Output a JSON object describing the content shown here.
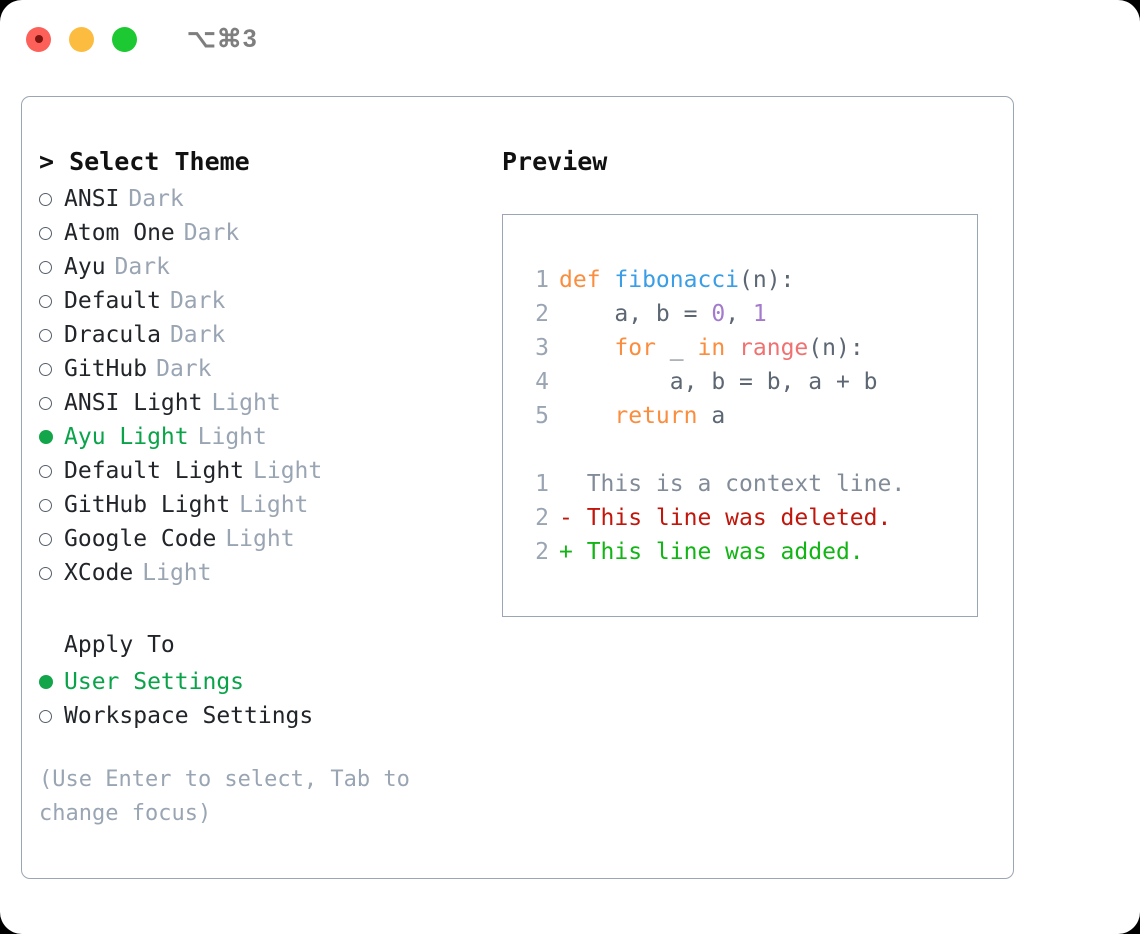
{
  "titlebar": {
    "shortcut": "⌥⌘3",
    "buttons": [
      "close",
      "minimize",
      "zoom"
    ]
  },
  "theme_picker": {
    "heading": "> Select Theme",
    "items": [
      {
        "marker": "o",
        "label": "ANSI",
        "variant": "Dark",
        "selected": false
      },
      {
        "marker": "o",
        "label": "Atom One",
        "variant": "Dark",
        "selected": false
      },
      {
        "marker": "o",
        "label": "Ayu",
        "variant": "Dark",
        "selected": false
      },
      {
        "marker": "o",
        "label": "Default",
        "variant": "Dark",
        "selected": false
      },
      {
        "marker": "o",
        "label": "Dracula",
        "variant": "Dark",
        "selected": false
      },
      {
        "marker": "o",
        "label": "GitHub",
        "variant": "Dark",
        "selected": false
      },
      {
        "marker": "o",
        "label": "ANSI Light",
        "variant": "Light",
        "selected": false
      },
      {
        "marker": "●",
        "label": "Ayu Light",
        "variant": "Light",
        "selected": true
      },
      {
        "marker": "o",
        "label": "Default Light",
        "variant": "Light",
        "selected": false
      },
      {
        "marker": "o",
        "label": "GitHub Light",
        "variant": "Light",
        "selected": false
      },
      {
        "marker": "o",
        "label": "Google Code",
        "variant": "Light",
        "selected": false
      },
      {
        "marker": "o",
        "label": "XCode",
        "variant": "Light",
        "selected": false
      }
    ]
  },
  "apply_to": {
    "title": "Apply To",
    "items": [
      {
        "marker": "●",
        "label": "User Settings",
        "selected": true
      },
      {
        "marker": "o",
        "label": "Workspace Settings",
        "selected": false
      }
    ]
  },
  "hint": "(Use Enter to select, Tab to change focus)",
  "preview": {
    "title": "Preview",
    "code_lines": [
      {
        "no": "1",
        "segments": [
          {
            "text": "def ",
            "cls": "tok-kw"
          },
          {
            "text": "fibonacci",
            "cls": "tok-fn"
          },
          {
            "text": "(n):",
            "cls": "tok-txt"
          }
        ]
      },
      {
        "no": "2",
        "segments": [
          {
            "text": "    a, b = ",
            "cls": "tok-txt"
          },
          {
            "text": "0",
            "cls": "tok-num"
          },
          {
            "text": ", ",
            "cls": "tok-txt"
          },
          {
            "text": "1",
            "cls": "tok-num"
          }
        ]
      },
      {
        "no": "3",
        "segments": [
          {
            "text": "    ",
            "cls": "tok-txt"
          },
          {
            "text": "for",
            "cls": "tok-kw"
          },
          {
            "text": " _ ",
            "cls": "tok-txt"
          },
          {
            "text": "in",
            "cls": "tok-kw"
          },
          {
            "text": " ",
            "cls": "tok-txt"
          },
          {
            "text": "range",
            "cls": "tok-call"
          },
          {
            "text": "(n):",
            "cls": "tok-txt"
          }
        ]
      },
      {
        "no": "4",
        "segments": [
          {
            "text": "        a, b = b, a + b",
            "cls": "tok-txt"
          }
        ]
      },
      {
        "no": "5",
        "segments": [
          {
            "text": "    ",
            "cls": "tok-txt"
          },
          {
            "text": "return",
            "cls": "tok-kw"
          },
          {
            "text": " a",
            "cls": "tok-txt"
          }
        ]
      }
    ],
    "diff_lines": [
      {
        "no": "1",
        "text": "  This is a context line.",
        "kind": "diff-ctx"
      },
      {
        "no": "2",
        "text": "- This line was deleted.",
        "kind": "diff-del"
      },
      {
        "no": "2",
        "text": "+ This line was added.",
        "kind": "diff-add"
      }
    ]
  },
  "colors": {
    "accent_green": "#0aa34a",
    "keyword": "#fa8d3e",
    "function": "#399ee6",
    "number": "#a37acc",
    "call": "#f07171",
    "text": "#5c6773",
    "muted": "#9aa5b3",
    "diff_added": "#12b515",
    "diff_deleted": "#c0160b",
    "border": "#9aa6b4"
  }
}
